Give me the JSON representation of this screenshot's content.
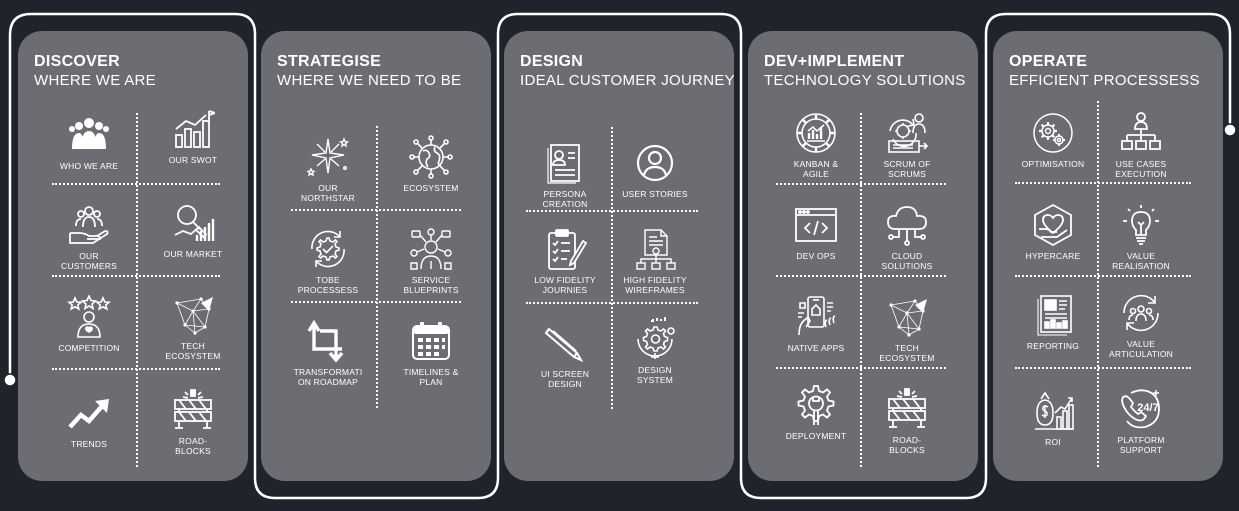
{
  "colors": {
    "background": "#20222c",
    "panel": "#6c6d72",
    "line": "#ffffff"
  },
  "panels": [
    {
      "title": "DISCOVER",
      "subtitle": "WHERE WE ARE",
      "items": [
        {
          "label": "WHO WE ARE",
          "icon": "people-group-icon"
        },
        {
          "label": "OUR SWOT",
          "icon": "bar-chart-flag-icon"
        },
        {
          "label": "OUR\nCUSTOMERS",
          "icon": "hand-people-icon"
        },
        {
          "label": "OUR MARKET",
          "icon": "magnifier-chart-icon"
        },
        {
          "label": "COMPETITION",
          "icon": "stars-person-icon"
        },
        {
          "label": "TECH\nECOSYSTEM",
          "icon": "network-icon"
        },
        {
          "label": "TRENDS",
          "icon": "trend-arrow-icon"
        },
        {
          "label": "ROAD-\nBLOCKS",
          "icon": "roadblock-icon"
        }
      ]
    },
    {
      "title": "STRATEGISE",
      "subtitle": "WHERE WE NEED TO BE",
      "items": [
        {
          "label": "OUR\nNORTHSTAR",
          "icon": "northstar-icon"
        },
        {
          "label": "ECOSYSTEM",
          "icon": "globe-nodes-icon"
        },
        {
          "label": "TOBE\nPROCESSESS",
          "icon": "gear-cycle-icon"
        },
        {
          "label": "SERVICE\nBLUEPRINTS",
          "icon": "person-mindmap-icon"
        },
        {
          "label": "TRANSFORMATI\nON ROADMAP",
          "icon": "crop-arrows-icon"
        },
        {
          "label": "TIMELINES &\nPLAN",
          "icon": "calendar-icon"
        }
      ]
    },
    {
      "title": "DESIGN",
      "subtitle": "IDEAL CUSTOMER JOURNEY",
      "items": [
        {
          "label": "PERSONA\nCREATION",
          "icon": "persona-card-icon"
        },
        {
          "label": "USER STORIES",
          "icon": "user-circle-icon"
        },
        {
          "label": "LOW FIDELITY\nJOURNIES",
          "icon": "clipboard-pen-icon"
        },
        {
          "label": "HIGH FIDELITY\nWIREFRAMES",
          "icon": "document-nodes-icon"
        },
        {
          "label": "UI SCREEN\nDESIGN",
          "icon": "pen-icon"
        },
        {
          "label": "DESIGN\nSYSTEM",
          "icon": "design-system-icon"
        }
      ]
    },
    {
      "title": "DEV+IMPLEMENT",
      "subtitle": "TECHNOLOGY SOLUTIONS",
      "items": [
        {
          "label": "KANBAN &\nAGILE",
          "icon": "agile-cycle-icon"
        },
        {
          "label": "SCRUM OF\nSCRUMS",
          "icon": "scrum-icon"
        },
        {
          "label": "DEV OPS",
          "icon": "code-window-icon"
        },
        {
          "label": "CLOUD\nSOLUTIONS",
          "icon": "cloud-icon"
        },
        {
          "label": "NATIVE APPS",
          "icon": "mobile-hand-icon"
        },
        {
          "label": "TECH\nECOSYSTEM",
          "icon": "network-icon"
        },
        {
          "label": "DEPLOYMENT",
          "icon": "gear-wrench-icon"
        },
        {
          "label": "ROAD-\nBLOCKS",
          "icon": "roadblock-icon"
        }
      ]
    },
    {
      "title": "OPERATE",
      "subtitle": "EFFICIENT PROCESSESS",
      "items": [
        {
          "label": "OPTIMISATION",
          "icon": "gears-circle-icon"
        },
        {
          "label": "USE CASES\nEXECUTION",
          "icon": "hierarchy-icon"
        },
        {
          "label": "HYPERCARE",
          "icon": "heart-hand-icon"
        },
        {
          "label": "VALUE\nREALISATION",
          "icon": "lightbulb-icon"
        },
        {
          "label": "REPORTING",
          "icon": "report-icon"
        },
        {
          "label": "VALUE\nARTICULATION",
          "icon": "people-cycle-icon"
        },
        {
          "label": "ROI",
          "icon": "money-growth-icon"
        },
        {
          "label": "PLATFORM\nSUPPORT",
          "icon": "support-24-7-icon"
        }
      ]
    }
  ]
}
